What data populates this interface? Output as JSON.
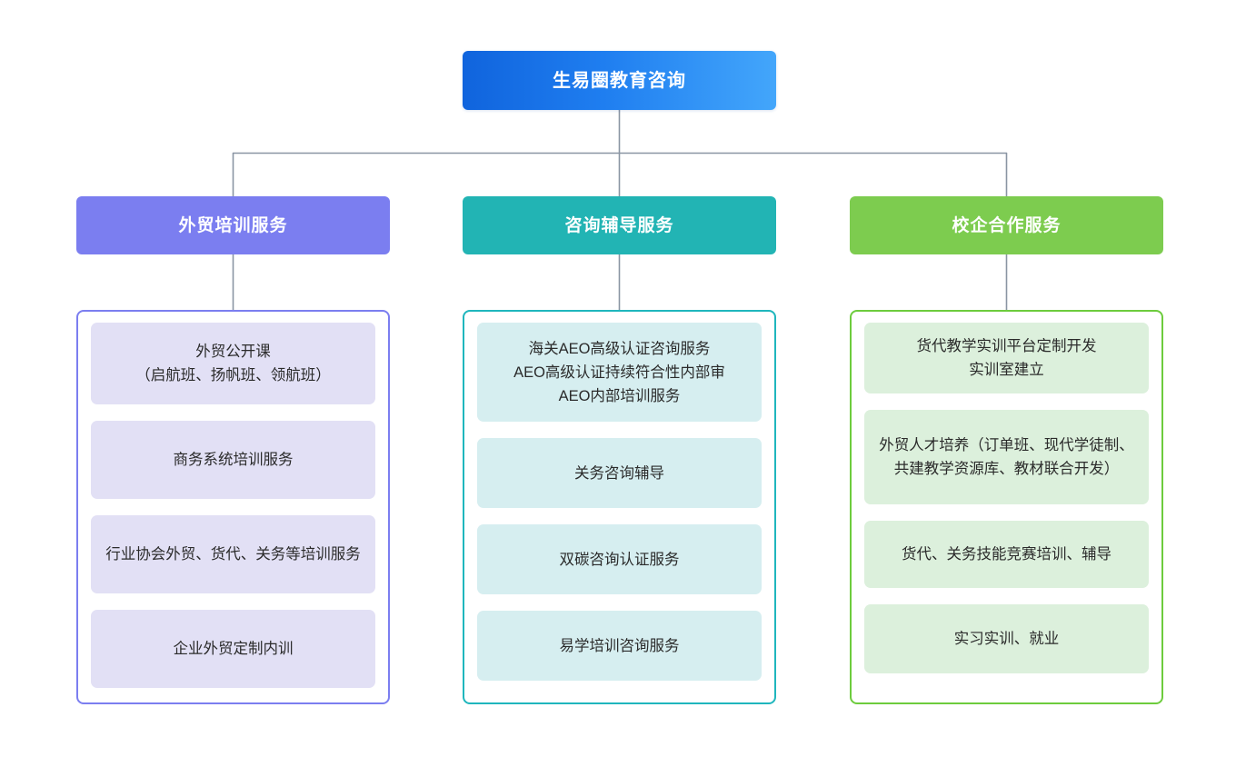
{
  "diagram": {
    "type": "organization-chart",
    "background_color": "#ffffff",
    "connector_color": "#8a95a3"
  },
  "root": {
    "title": "生易圈教育咨询",
    "gradient_from": "#1064dd",
    "gradient_to": "#43a6fb",
    "text_color": "#ffffff"
  },
  "columns": [
    {
      "header": "外贸培训服务",
      "accent_color": "#7b7ef0",
      "card_color": "#e2e0f5",
      "items": [
        "外贸公开课\n（启航班、扬帆班、领航班）",
        "商务系统培训服务",
        "行业协会外贸、货代、关务等培训服务",
        "企业外贸定制内训"
      ]
    },
    {
      "header": "咨询辅导服务",
      "accent_color": "#22b4b4",
      "card_color": "#d6eef0",
      "items": [
        "海关AEO高级认证咨询服务\nAEO高级认证持续符合性内部审\nAEO内部培训服务",
        "关务咨询辅导",
        "双碳咨询认证服务",
        "易学培训咨询服务"
      ]
    },
    {
      "header": "校企合作服务",
      "accent_color": "#7dcc4f",
      "card_color": "#dcf0dc",
      "items": [
        "货代教学实训平台定制开发\n实训室建立",
        "外贸人才培养（订单班、现代学徒制、共建教学资源库、教材联合开发）",
        "货代、关务技能竞赛培训、辅导",
        "实习实训、就业"
      ]
    }
  ]
}
